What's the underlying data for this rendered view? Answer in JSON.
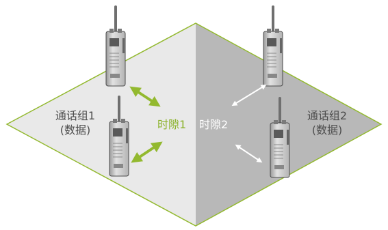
{
  "diagram": {
    "group_left": {
      "line1": "通话组1",
      "line2": "(数据)"
    },
    "group_right": {
      "line1": "通话组2",
      "line2": "(数据)"
    },
    "slot_left": "时隙1",
    "slot_right": "时隙2",
    "colors": {
      "left_floor": "#e9e9e9",
      "right_floor": "#b8b8b8",
      "border": "#93b92f",
      "arrow_green": "#93b92f",
      "arrow_white": "#ffffff",
      "radio_body": "#d4d4d4"
    },
    "icons": [
      "walkie-talkie-icon",
      "double-arrow-icon"
    ]
  }
}
